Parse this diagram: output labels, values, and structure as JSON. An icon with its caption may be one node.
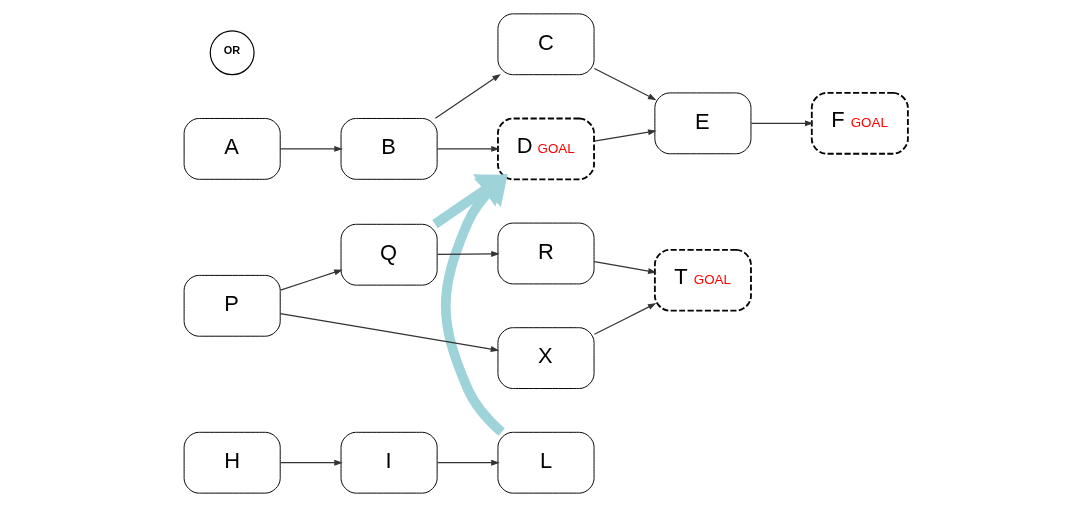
{
  "diagram": {
    "nodes": [
      {
        "text": [
          "A"
        ]
      },
      {
        "text": [
          "B"
        ]
      },
      {
        "text": [
          "C"
        ]
      },
      {
        "text": [
          "D",
          "GOAL"
        ]
      },
      {
        "text": [
          "E"
        ]
      },
      {
        "text": [
          "F",
          "GOAL"
        ]
      },
      {
        "text": [
          "OR"
        ]
      },
      {
        "text": [
          "H"
        ]
      },
      {
        "text": [
          "I"
        ]
      },
      {
        "text": [
          "L"
        ]
      },
      {
        "text": [
          "P"
        ]
      },
      {
        "text": [
          "Q"
        ]
      },
      {
        "text": [
          "R"
        ]
      },
      {
        "text": [
          "X"
        ]
      },
      {
        "text": [
          "T",
          "GOAL"
        ]
      }
    ],
    "edges": [
      {
        "from": 0,
        "to": 1,
        "arrow": "to"
      },
      {
        "from": 1,
        "to": 2,
        "arrow": "to"
      },
      {
        "from": 1,
        "to": 3,
        "arrow": "to"
      },
      {
        "from": 2,
        "to": 4,
        "arrow": "to"
      },
      {
        "from": 3,
        "to": 4,
        "arrow": "to"
      },
      {
        "from": 4,
        "to": 5,
        "arrow": "to"
      },
      {
        "from": 7,
        "to": 8,
        "arrow": "to"
      },
      {
        "from": 8,
        "to": 9,
        "arrow": "to"
      },
      {
        "from": 10,
        "to": 11,
        "arrow": "to"
      },
      {
        "from": 10,
        "to": 13,
        "arrow": "to"
      },
      {
        "from": 11,
        "to": 12,
        "arrow": "to"
      },
      {
        "from": 12,
        "to": 14,
        "arrow": "to"
      },
      {
        "from": 13,
        "to": 14,
        "arrow": "to"
      },
      {
        "from": 9,
        "to": 3,
        "arrow": "to",
        "style": "thick",
        "color": "#9fd3da"
      },
      {
        "from": 11,
        "to": 3,
        "arrow": "to",
        "style": "thick",
        "color": "#9fd3da"
      }
    ]
  }
}
